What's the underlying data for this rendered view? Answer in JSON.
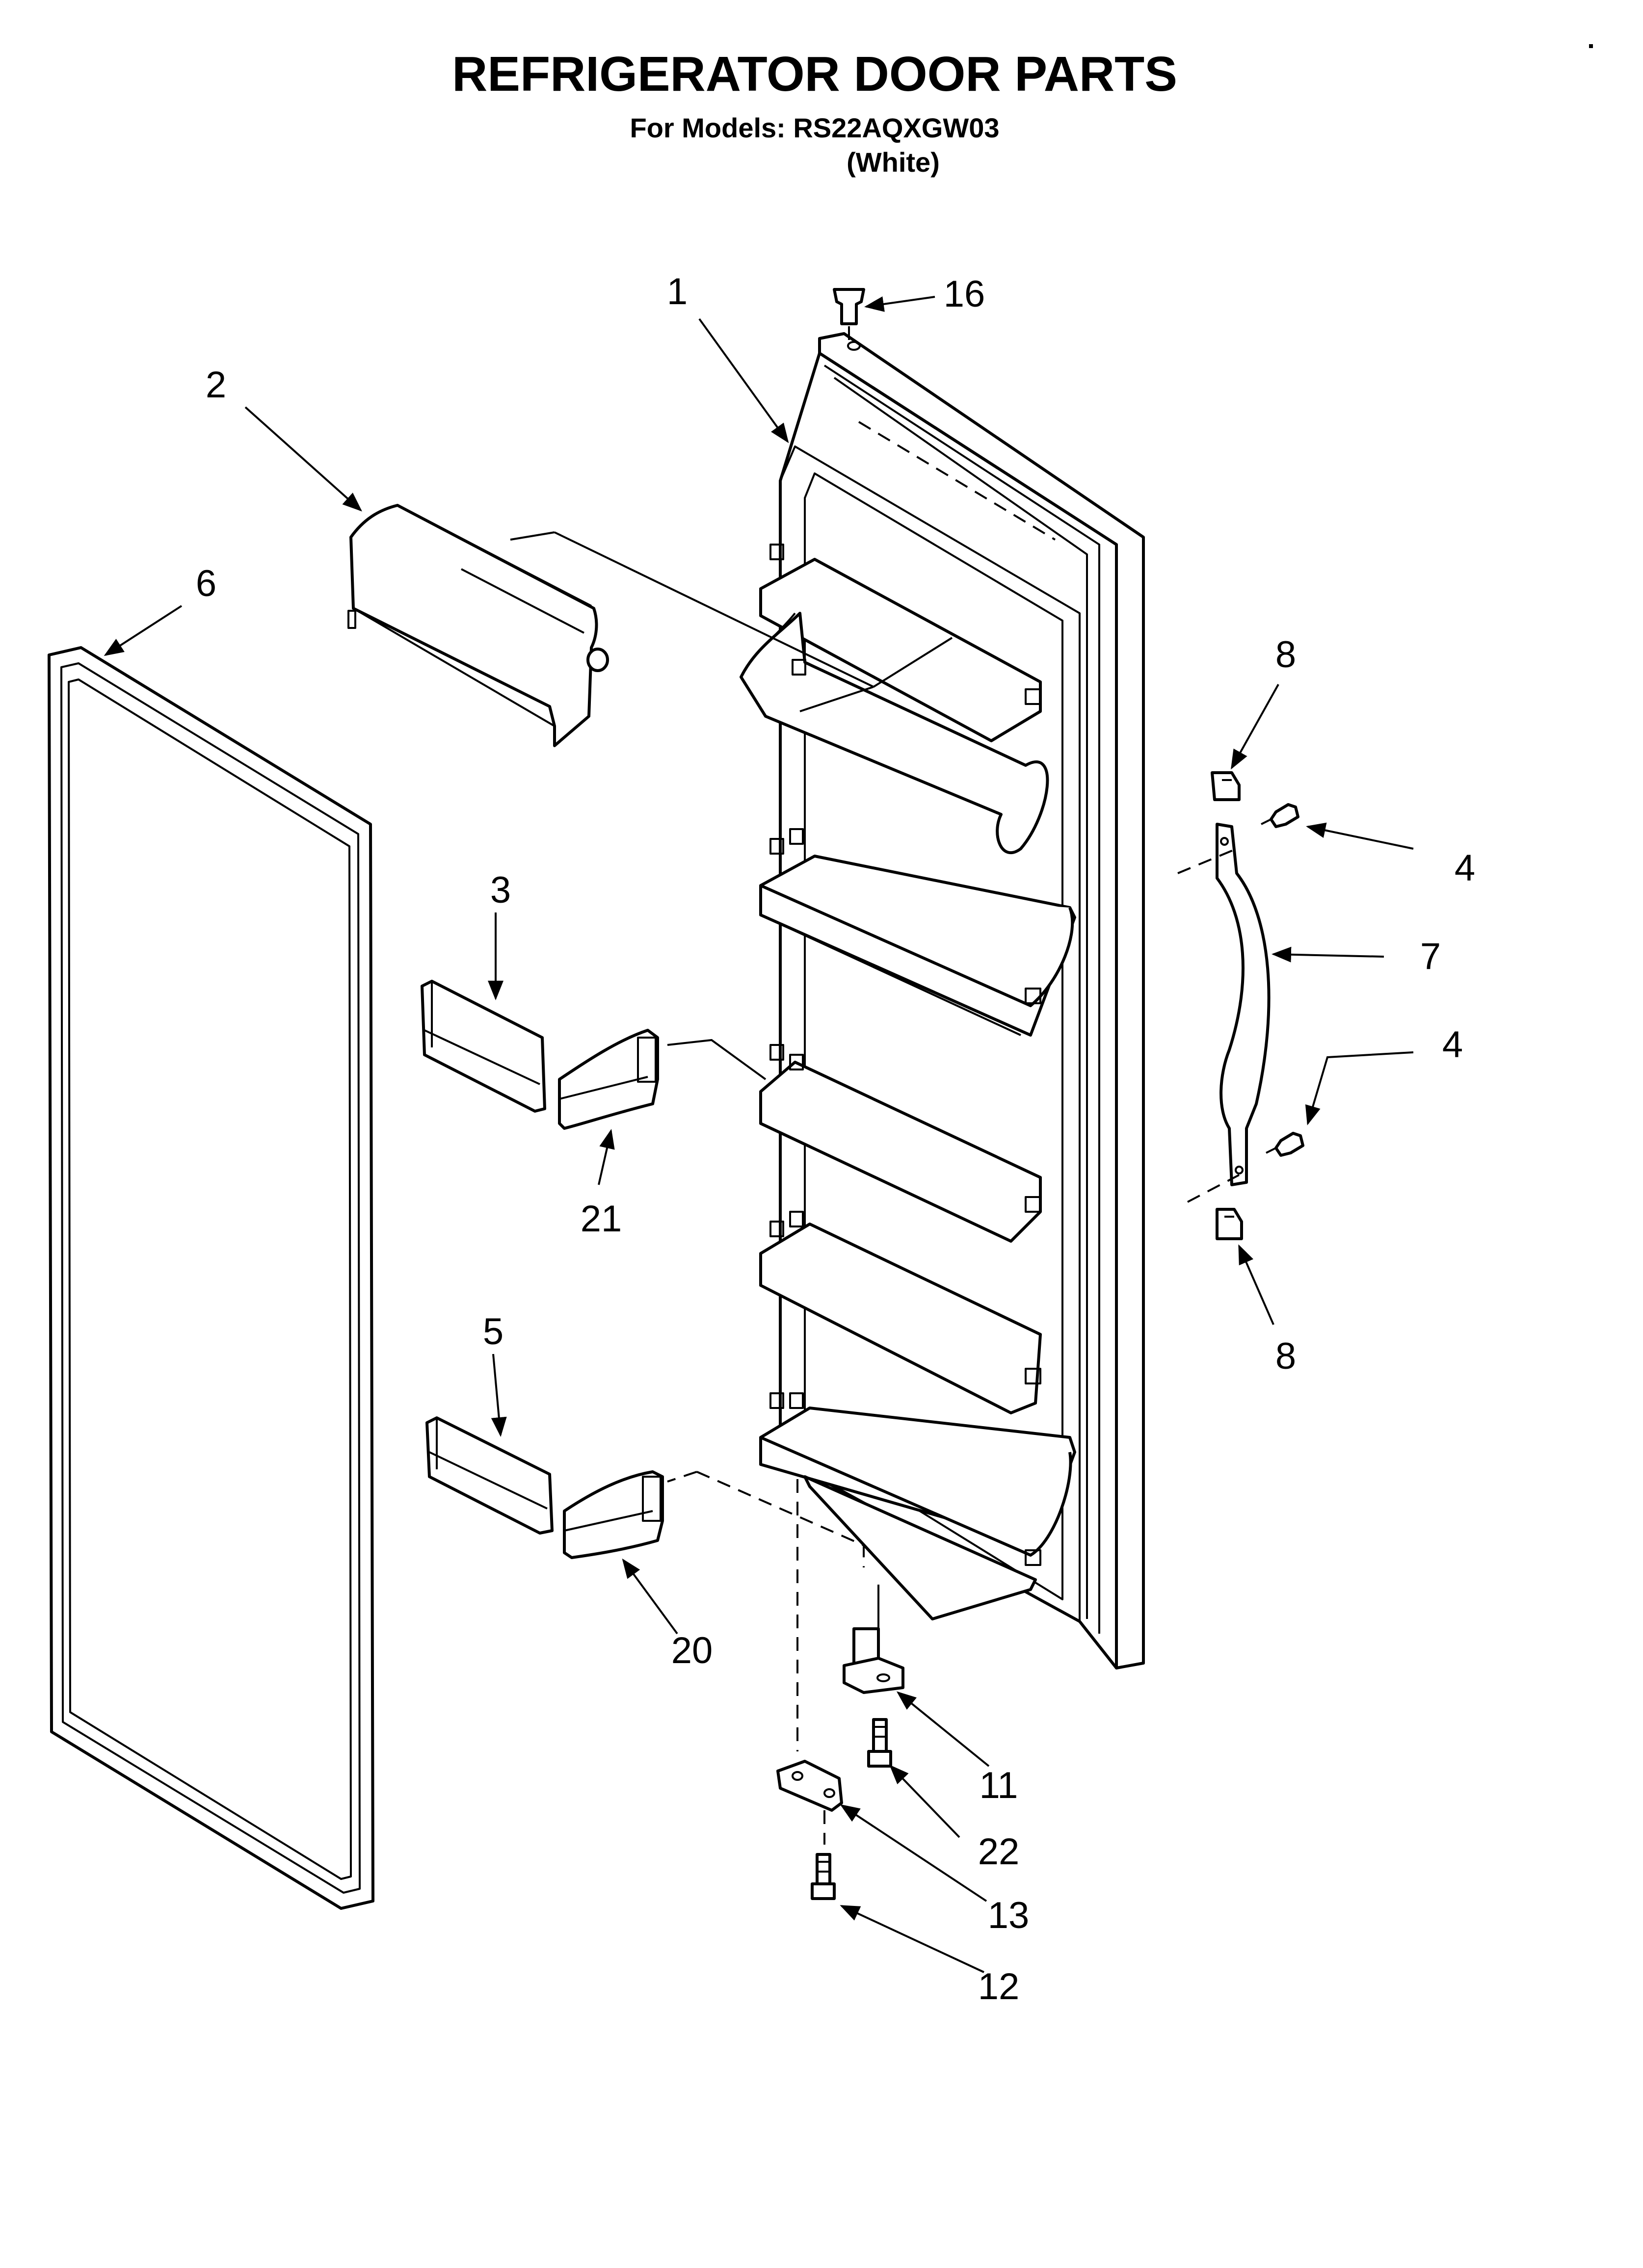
{
  "header": {
    "title": "REFRIGERATOR DOOR PARTS",
    "models_line": "For Models: RS22AQXGW03",
    "color_line": "(White)"
  },
  "callouts": [
    {
      "id": "c1",
      "label": "1"
    },
    {
      "id": "c16",
      "label": "16"
    },
    {
      "id": "c2",
      "label": "2"
    },
    {
      "id": "c6",
      "label": "6"
    },
    {
      "id": "c8a",
      "label": "8"
    },
    {
      "id": "c4a",
      "label": "4"
    },
    {
      "id": "c7",
      "label": "7"
    },
    {
      "id": "c4b",
      "label": "4"
    },
    {
      "id": "c3",
      "label": "3"
    },
    {
      "id": "c21",
      "label": "21"
    },
    {
      "id": "c8b",
      "label": "8"
    },
    {
      "id": "c5",
      "label": "5"
    },
    {
      "id": "c20",
      "label": "20"
    },
    {
      "id": "c11",
      "label": "11"
    },
    {
      "id": "c22",
      "label": "22"
    },
    {
      "id": "c13",
      "label": "13"
    },
    {
      "id": "c12",
      "label": "12"
    }
  ]
}
